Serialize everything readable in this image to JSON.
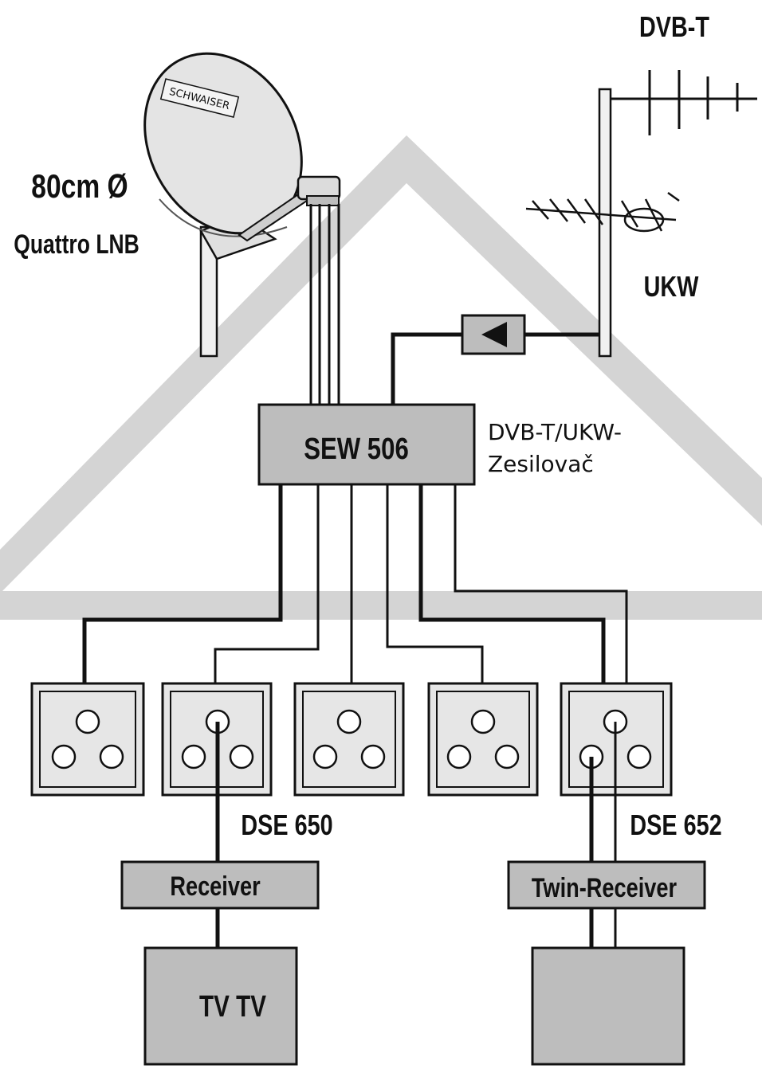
{
  "labels": {
    "dvbt": "DVB-T",
    "ukw": "UKW",
    "dish_size": "80cm Ø",
    "lnb": "Quattro LNB",
    "dish_brand": "SCHWAISER",
    "switch": "SEW 506",
    "amp_line1": "DVB-T/UKW-",
    "amp_line2": "Zesilovač",
    "dse650": "DSE 650",
    "dse652": "DSE 652",
    "receiver": "Receiver",
    "twin_receiver": "Twin-Receiver",
    "tv": "TV TV"
  },
  "colors": {
    "roof": "#d4d4d4",
    "box_fill": "#bdbdbd",
    "socket_fill": "#e6e6e6",
    "line": "#111111"
  },
  "sockets": [
    "socket-1",
    "socket-2",
    "socket-3",
    "socket-4",
    "socket-5"
  ]
}
